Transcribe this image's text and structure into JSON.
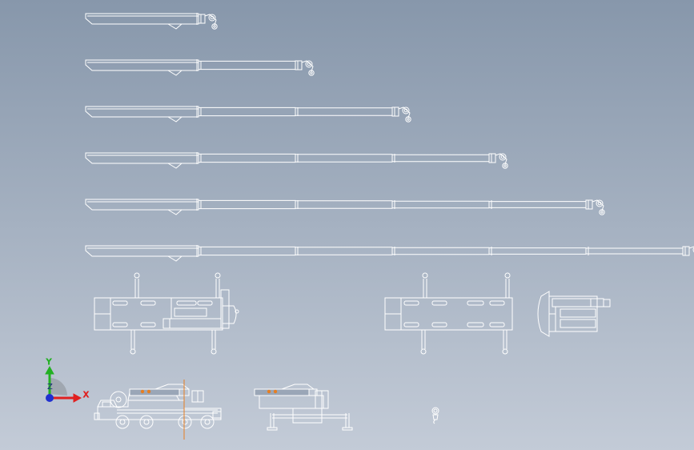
{
  "viewport": {
    "background_top": "#8797ab",
    "background_bottom": "#c3cbd7",
    "line_color": "#ffffff",
    "accent_color": "#e67e22"
  },
  "boom_views": [
    {
      "sections": 1
    },
    {
      "sections": 2
    },
    {
      "sections": 3
    },
    {
      "sections": 4
    },
    {
      "sections": 5
    },
    {
      "sections": 6
    }
  ],
  "triad": {
    "x_label": "X",
    "y_label": "Y",
    "z_label": "Z",
    "x_color": "#e02020",
    "y_color": "#22b022",
    "z_color": "#2030d0"
  }
}
